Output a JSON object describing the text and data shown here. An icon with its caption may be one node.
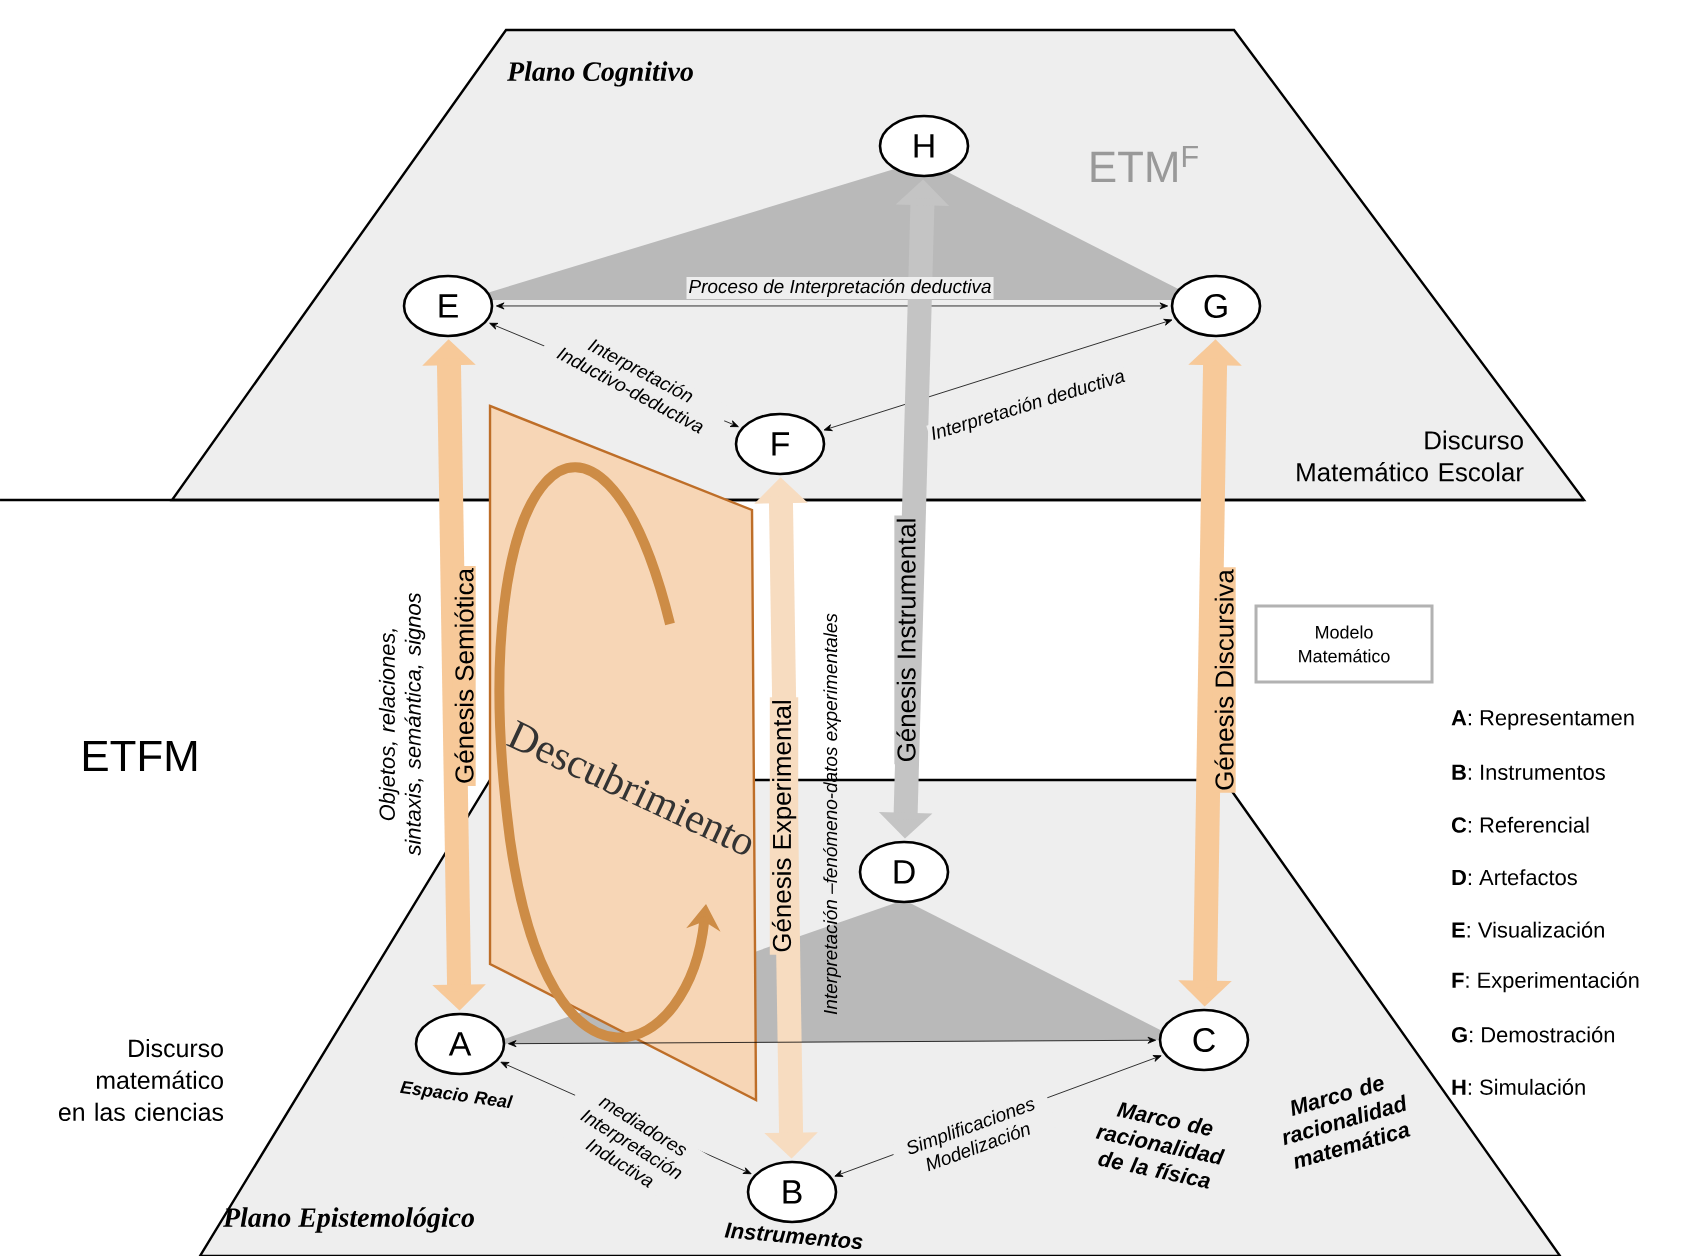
{
  "diagram": {
    "nodes": [
      {
        "text": [
          "Plano Cognitivo"
        ]
      },
      {
        "text": [
          "H"
        ],
        "in": 0
      },
      {
        "text": [
          "E"
        ],
        "in": 0
      },
      {
        "text": [
          "G"
        ],
        "in": 0
      },
      {
        "text": [
          "F"
        ],
        "in": 0
      },
      {
        "text": [
          "Plano Epistemológico"
        ]
      },
      {
        "text": [
          "D"
        ],
        "in": 5
      },
      {
        "text": [
          "A"
        ],
        "in": 5,
        "beside": [
          "Espacio Real"
        ]
      },
      {
        "text": [
          "C"
        ],
        "in": 5,
        "beside": [
          "Marco de racionalidad de la física",
          "Marco de racionalidad matemática"
        ]
      },
      {
        "text": [
          "B"
        ],
        "in": 5,
        "beside": [
          "Instrumentos"
        ]
      },
      {
        "text": [
          "Modelo Matemático"
        ]
      }
    ],
    "edges": [
      {
        "from": 2,
        "to": 3,
        "arrow": "both",
        "label": "Proceso de Interpretación deductiva"
      },
      {
        "from": 2,
        "to": 4,
        "arrow": "both",
        "label": "Interpretación Inductivo-deductiva"
      },
      {
        "from": 4,
        "to": 3,
        "arrow": "both",
        "label": "Interpretación deductiva"
      },
      {
        "from": 1,
        "to": 6,
        "arrow": "both",
        "label": "Génesis Instrumental",
        "style": "thick",
        "color": "#c4c4c4"
      },
      {
        "from": 2,
        "to": 7,
        "arrow": "both",
        "label": "Génesis Semiótica",
        "style": "thick",
        "color": "#f7c999"
      },
      {
        "from": 4,
        "to": 9,
        "arrow": "both",
        "label": "Génesis Experimental",
        "style": "thick",
        "color": "#f7dcc0"
      },
      {
        "from": 3,
        "to": 8,
        "arrow": "both",
        "label": "Génesis Discursiva",
        "style": "thick",
        "color": "#f7c999"
      },
      {
        "from": 7,
        "to": 8,
        "arrow": "both"
      },
      {
        "from": 7,
        "to": 9,
        "arrow": "both",
        "label": "mediadores Interpretación Inductiva"
      },
      {
        "from": 9,
        "to": 8,
        "arrow": "both",
        "label": "Simplificaciones Modelización"
      }
    ],
    "labels": [
      "ETM$^{F}$",
      "Discurso Matemático Escolar",
      "ETFM",
      "Objetos, relaciones, sintaxis, semántica, signos",
      "Descubrimiento",
      "Interpretación –fenómeno-datos experimentales",
      "Discurso matemático en las ciencias",
      "**A**: Representamen",
      "**B**: Instrumentos",
      "**C**: Referencial",
      "**D**: Artefactos",
      "**E**: Visualización",
      "**F**: Experimentación",
      "**G**: Demostración",
      "**H**: Simulación"
    ]
  }
}
